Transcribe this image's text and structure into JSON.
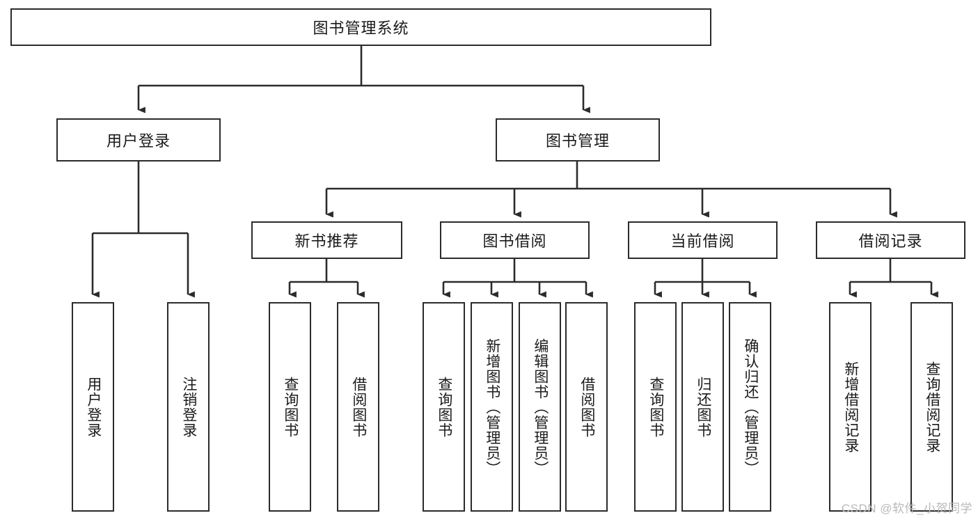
{
  "diagram": {
    "title": "图书管理系统",
    "watermark": "CSDN @软件_小贺同学",
    "colors": {
      "box_border": "#2b2b2b",
      "edge": "#2b2b2b",
      "background": "#ffffff",
      "text": "#1a1a1a",
      "watermark": "#b9b9b9"
    },
    "level2": [
      {
        "label": "用户登录"
      },
      {
        "label": "图书管理"
      }
    ],
    "level3": [
      {
        "label": "新书推荐"
      },
      {
        "label": "图书借阅"
      },
      {
        "label": "当前借阅"
      },
      {
        "label": "借阅记录"
      }
    ],
    "leaves": {
      "user_login": [
        {
          "label": "用户登录"
        },
        {
          "label": "注销登录"
        }
      ],
      "new_book": [
        {
          "label": "查询图书"
        },
        {
          "label": "借阅图书"
        }
      ],
      "book_borrow": [
        {
          "label": "查询图书"
        },
        {
          "label": "新增图书（管理员）"
        },
        {
          "label": "编辑图书（管理员）"
        },
        {
          "label": "借阅图书"
        }
      ],
      "current_borrow": [
        {
          "label": "查询图书"
        },
        {
          "label": "归还图书"
        },
        {
          "label": "确认归还（管理员）"
        }
      ],
      "borrow_record": [
        {
          "label": "新增借阅记录"
        },
        {
          "label": "查询借阅记录"
        }
      ]
    }
  }
}
